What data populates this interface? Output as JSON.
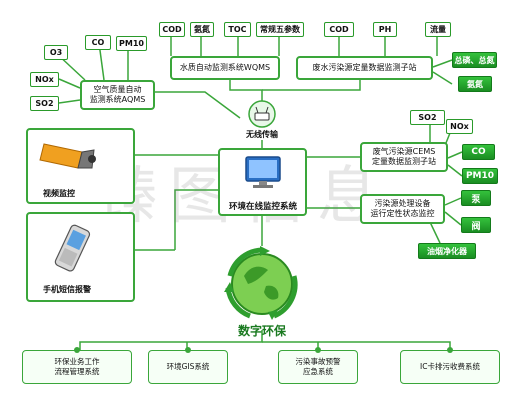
{
  "watermark": "臻图信息",
  "center": {
    "wireless_label": "无线传输",
    "system_label": "环境在线监控系统",
    "eco_label": "数字环保"
  },
  "left": {
    "aqms": {
      "title": "空气质量自动\n监测系统AQMS",
      "params": [
        "O3",
        "CO",
        "PM10",
        "NOx",
        "SO2"
      ]
    },
    "video_label": "视频监控",
    "sms_label": "手机短信报警"
  },
  "top": {
    "wqms": {
      "title": "水质自动监测系统WQMS",
      "params": [
        "COD",
        "氨氮",
        "TOC",
        "常规五参数"
      ]
    },
    "wastewater": {
      "title": "废水污染源定量数据监测子站",
      "params": [
        "COD",
        "PH",
        "流量",
        "总磷、总氮",
        "氨氮"
      ]
    }
  },
  "right": {
    "cems": {
      "title": "废气污染源CEMS\n定量数据监测子站",
      "params": [
        "SO2",
        "NOx",
        "CO",
        "PM10"
      ]
    },
    "facility": {
      "title": "污染源处理设备\n运行定性状态监控",
      "params": [
        "泵",
        "阀",
        "油烟净化器"
      ]
    }
  },
  "bottom": [
    "环保业务工作\n流程管理系统",
    "环境GIS系统",
    "污染事故预警\n应急系统",
    "IC卡排污收费系统"
  ],
  "colors": {
    "accent_green": "#22a32a",
    "line_green": "#3aa63a",
    "monitor_blue": "#2a6fc4"
  },
  "icons": [
    "wireless-router-icon",
    "computer-monitor-icon",
    "video-camera-icon",
    "mobile-phone-icon",
    "green-earth-recycle-icon"
  ]
}
